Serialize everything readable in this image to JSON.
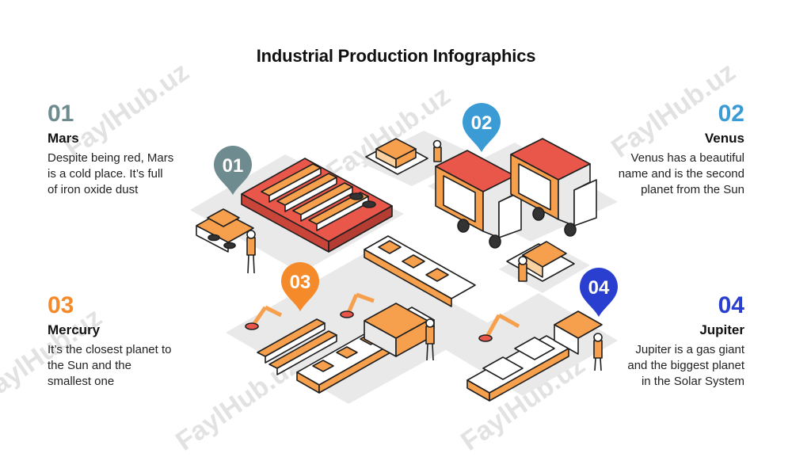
{
  "title": "Industrial Production Infographics",
  "watermark": "FaylHub.uz",
  "colors": {
    "c01": "#6e8b8f",
    "c02": "#3a9bd5",
    "c03": "#f58a2b",
    "c04": "#2a3fcf",
    "orange": "#f6a04d",
    "red": "#e8574a",
    "gray": "#e9e9e9"
  },
  "items": [
    {
      "num": "01",
      "name": "Mars",
      "desc": [
        "Despite being red, Mars",
        "is a cold place. It’s full",
        "of iron oxide dust"
      ]
    },
    {
      "num": "02",
      "name": "Venus",
      "desc": [
        "Venus has a beautiful",
        "name and is the second",
        "planet from the Sun"
      ]
    },
    {
      "num": "03",
      "name": "Mercury",
      "desc": [
        "It’s the closest planet to",
        "the Sun and the",
        "smallest one"
      ]
    },
    {
      "num": "04",
      "name": "Jupiter",
      "desc": [
        "Jupiter is a gas giant",
        "and the biggest planet",
        "in the Solar System"
      ]
    }
  ],
  "pins": [
    {
      "label": "01",
      "icon": "map-pin-icon"
    },
    {
      "label": "02",
      "icon": "map-pin-icon"
    },
    {
      "label": "03",
      "icon": "map-pin-icon"
    },
    {
      "label": "04",
      "icon": "map-pin-icon"
    }
  ]
}
